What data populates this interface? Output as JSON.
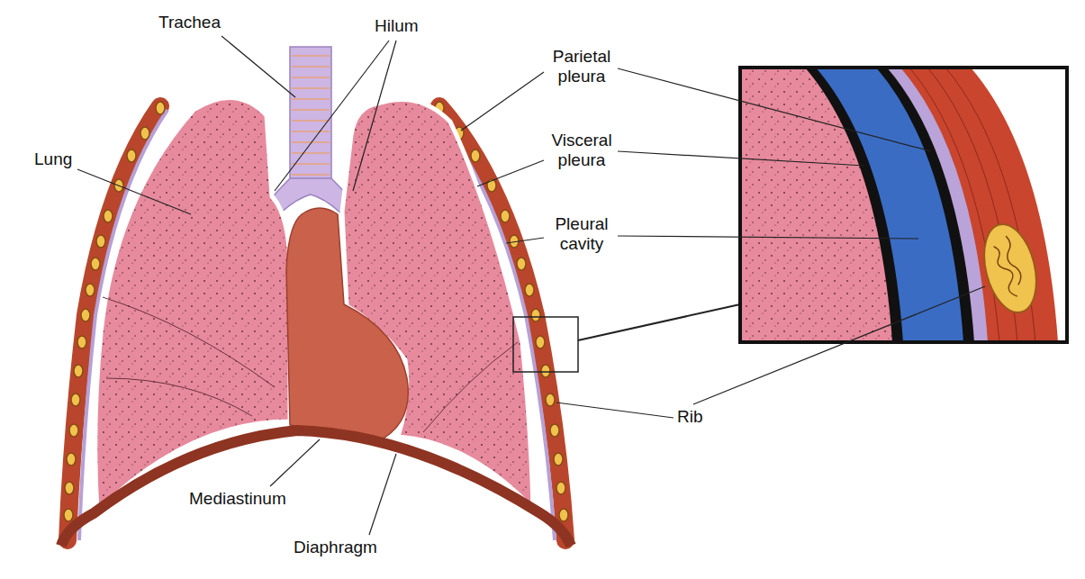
{
  "diagram": {
    "labels": [
      "Trachea",
      "Hilum",
      "Parietal pleura",
      "Visceral pleura",
      "Lung",
      "Pleural cavity",
      "Rib",
      "Mediastinum",
      "Diaphragm"
    ]
  }
}
